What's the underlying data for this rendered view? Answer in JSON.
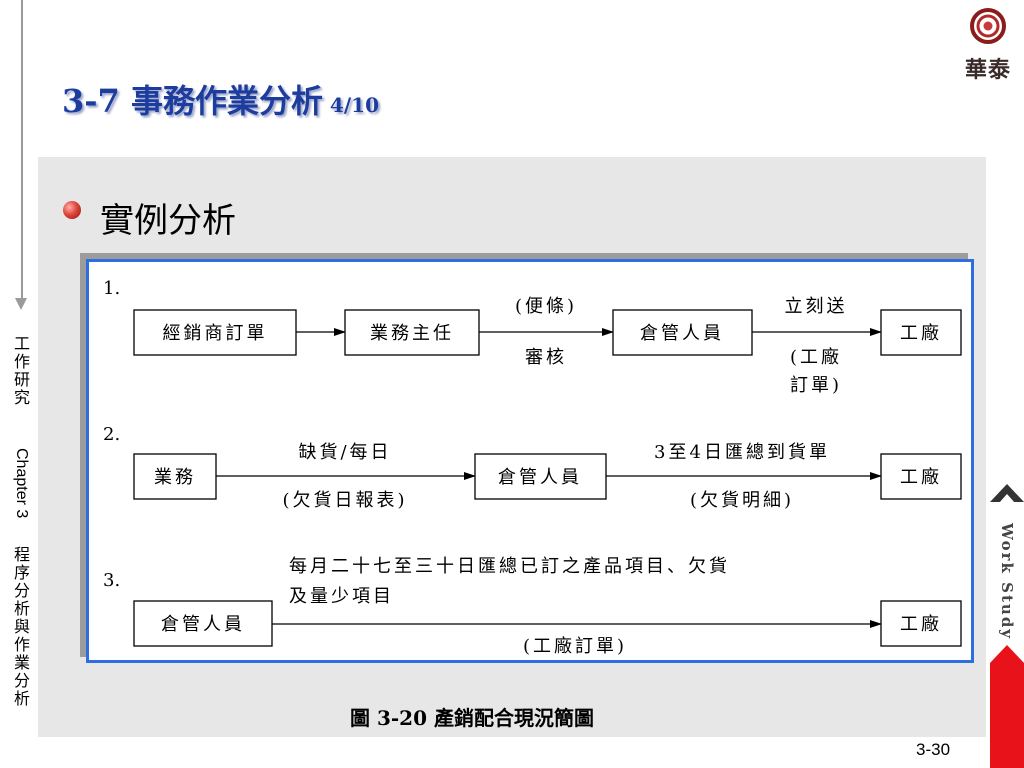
{
  "rail": {
    "text_top": "工作研究",
    "chapter": "Chapter 3",
    "text_bottom": "程序分析與作業分析"
  },
  "title": {
    "main": "3-7  事務作業分析",
    "sub": " 4/10"
  },
  "logo": {
    "text": "華泰",
    "icon": "concentric-circle-logo-icon"
  },
  "bullet": {
    "text": "實例分析"
  },
  "diagram": {
    "row1": {
      "number": "1.",
      "box1": "經銷商訂單",
      "box2": "業務主任",
      "label_a_top": "(便條)",
      "label_a_bottom": "審核",
      "box3": "倉管人員",
      "label_b_top": "立刻送",
      "label_b_bottom1": "(工廠",
      "label_b_bottom2": "訂單)",
      "box4": "工廠"
    },
    "row2": {
      "number": "2.",
      "box1": "業務",
      "label_a_top": "缺貨/每日",
      "label_a_bottom": "(欠貨日報表)",
      "box2": "倉管人員",
      "label_b_top": "3至4日匯總到貨單",
      "label_b_bottom": "(欠貨明細)",
      "box3": "工廠"
    },
    "row3": {
      "number": "3.",
      "label_top1": "每月二十七至三十日匯總已訂之產品項目、欠貨",
      "label_top2": "及量少項目",
      "box1": "倉管人員",
      "label_bottom": "(工廠訂單)",
      "box2": "工廠"
    }
  },
  "caption": "圖 3-20  產銷配合現況簡圖",
  "page_number": "3-30",
  "side_tab": {
    "label": "Work Study",
    "colors": {
      "accent": "#e8121a",
      "dark": "#333333"
    }
  },
  "colors": {
    "title": "#1d3d9e",
    "figure_border": "#2f6ee0",
    "panel": "#e7e7e7"
  }
}
